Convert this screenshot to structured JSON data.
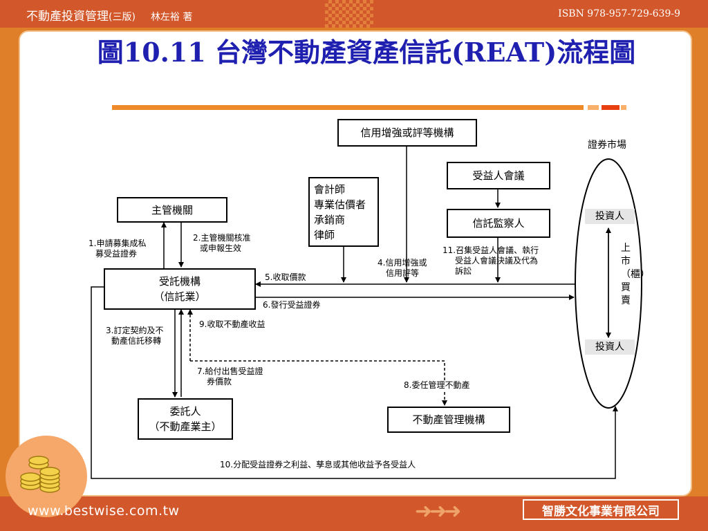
{
  "header": {
    "book_title": "不動產投資管理",
    "edition": "(三版)",
    "author": "林左裕 著",
    "isbn": "ISBN 978-957-729-639-9"
  },
  "slide": {
    "title": "圖10.11 台灣不動產資產信託(REAT)流程圖"
  },
  "diagram": {
    "boxes": {
      "credit_agency": "信用增強或評等機構",
      "beneficiary_meeting": "受益人會議",
      "accountants": [
        "會計師",
        "專業估價者",
        "承銷商",
        "律師"
      ],
      "supervisor": "信託監察人",
      "authority": "主管機關",
      "trustee": [
        "受託機構",
        "（信託業）"
      ],
      "settlor": [
        "委託人",
        "（不動產業主）"
      ],
      "property_manager": "不動產管理機構"
    },
    "market": {
      "title": "證券市場",
      "investor_top": "投資人",
      "investor_bottom": "投資人",
      "listing": "上市（櫃）買賣"
    },
    "steps": {
      "s1": [
        "1.申請募集成私",
        "募受益證券"
      ],
      "s2": [
        "2.主管機關核准",
        "或申報生效"
      ],
      "s3": [
        "3.訂定契約及不",
        "動產信託移轉"
      ],
      "s4": [
        "4.信用增強或",
        "信用評等"
      ],
      "s5": "5.收取價款",
      "s6": "6.發行受益證券",
      "s7": [
        "7.給付出售受益證",
        "券價款"
      ],
      "s8": "8.委任管理不動產",
      "s9": "9.收取不動產收益",
      "s10": "10.分配受益證券之利益、孳息或其他收益予各受益人",
      "s11": [
        "11.召集受益人會議、執行",
        "受益人會議決議及代為",
        "訴訟"
      ]
    }
  },
  "footer": {
    "url": "www.bestwise.com.tw",
    "company": "智勝文化事業有限公司"
  },
  "colors": {
    "bar": "#d2572a",
    "background": "#e07f2a",
    "title": "#1f1fb0"
  }
}
